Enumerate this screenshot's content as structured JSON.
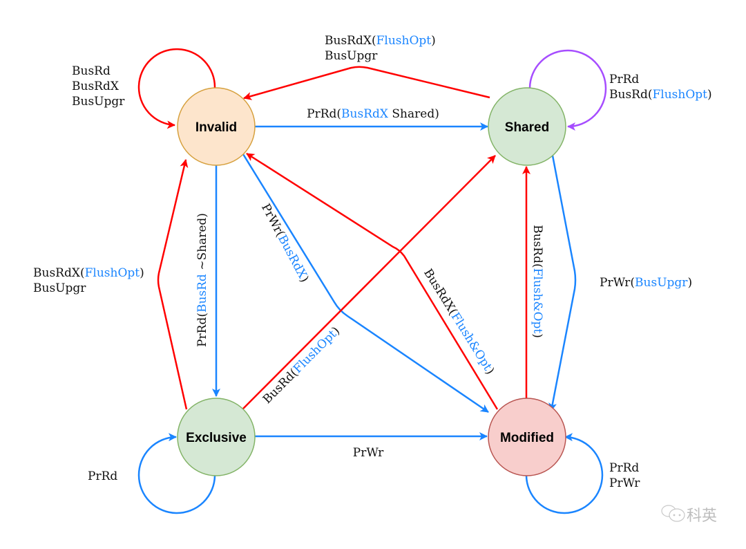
{
  "diagram": {
    "title": "MESI cache coherence protocol state diagram",
    "colors": {
      "bus_transition": "#ff0000",
      "processor_transition": "#1a85ff",
      "self_loop_shared": "#a64dff",
      "highlight_text": "#1a85ff"
    },
    "states": {
      "invalid": {
        "label": "Invalid",
        "fill": "#fde5cc",
        "stroke": "#d6a03d"
      },
      "shared": {
        "label": "Shared",
        "fill": "#d5e8d4",
        "stroke": "#82b366"
      },
      "exclusive": {
        "label": "Exclusive",
        "fill": "#d5e8d4",
        "stroke": "#82b366"
      },
      "modified": {
        "label": "Modified",
        "fill": "#f8cecc",
        "stroke": "#b85450"
      }
    },
    "transitions": {
      "invalid_self": {
        "lines": [
          [
            {
              "t": "BusRd"
            }
          ],
          [
            {
              "t": "BusRdX"
            }
          ],
          [
            {
              "t": "BusUpgr"
            }
          ]
        ]
      },
      "shared_to_invalid": {
        "lines": [
          [
            {
              "t": "BusRdX("
            },
            {
              "t": "FlushOpt",
              "hl": true
            },
            {
              "t": ")"
            }
          ],
          [
            {
              "t": "BusUpgr"
            }
          ]
        ]
      },
      "shared_self": {
        "lines": [
          [
            {
              "t": "PrRd"
            }
          ],
          [
            {
              "t": "BusRd("
            },
            {
              "t": "FlushOpt",
              "hl": true
            },
            {
              "t": ")"
            }
          ]
        ]
      },
      "invalid_to_shared": {
        "lines": [
          [
            {
              "t": "PrRd("
            },
            {
              "t": "BusRdX",
              "hl": true
            },
            {
              "t": " Shared)"
            }
          ]
        ]
      },
      "exclusive_to_invalid": {
        "lines": [
          [
            {
              "t": "BusRdX("
            },
            {
              "t": "FlushOpt",
              "hl": true
            },
            {
              "t": ")"
            }
          ],
          [
            {
              "t": "BusUpgr"
            }
          ]
        ]
      },
      "invalid_to_exclusive": {
        "lines": [
          [
            {
              "t": "PrRd("
            },
            {
              "t": "BusRd",
              "hl": true
            },
            {
              "t": " ~Shared)"
            }
          ]
        ]
      },
      "invalid_to_modified": {
        "lines": [
          [
            {
              "t": "PrWr("
            },
            {
              "t": "BusRdX",
              "hl": true
            },
            {
              "t": ")"
            }
          ]
        ]
      },
      "modified_to_invalid": {
        "lines": [
          [
            {
              "t": "BusRdX("
            },
            {
              "t": "Flush&Opt",
              "hl": true
            },
            {
              "t": ")"
            }
          ]
        ]
      },
      "exclusive_to_shared": {
        "lines": [
          [
            {
              "t": "BusRd("
            },
            {
              "t": "FlushOpt",
              "hl": true
            },
            {
              "t": ")"
            }
          ]
        ]
      },
      "modified_to_shared": {
        "lines": [
          [
            {
              "t": "BusRd("
            },
            {
              "t": "Flush&Opt",
              "hl": true
            },
            {
              "t": ")"
            }
          ]
        ]
      },
      "shared_to_modified": {
        "lines": [
          [
            {
              "t": "PrWr("
            },
            {
              "t": "BusUpgr",
              "hl": true
            },
            {
              "t": ")"
            }
          ]
        ]
      },
      "exclusive_to_modified": {
        "lines": [
          [
            {
              "t": "PrWr"
            }
          ]
        ]
      },
      "exclusive_self": {
        "lines": [
          [
            {
              "t": "PrRd"
            }
          ]
        ]
      },
      "modified_self": {
        "lines": [
          [
            {
              "t": "PrRd"
            }
          ],
          [
            {
              "t": "PrWr"
            }
          ]
        ]
      }
    },
    "watermark": {
      "icon": "wechat-icon",
      "text": "科英"
    }
  }
}
